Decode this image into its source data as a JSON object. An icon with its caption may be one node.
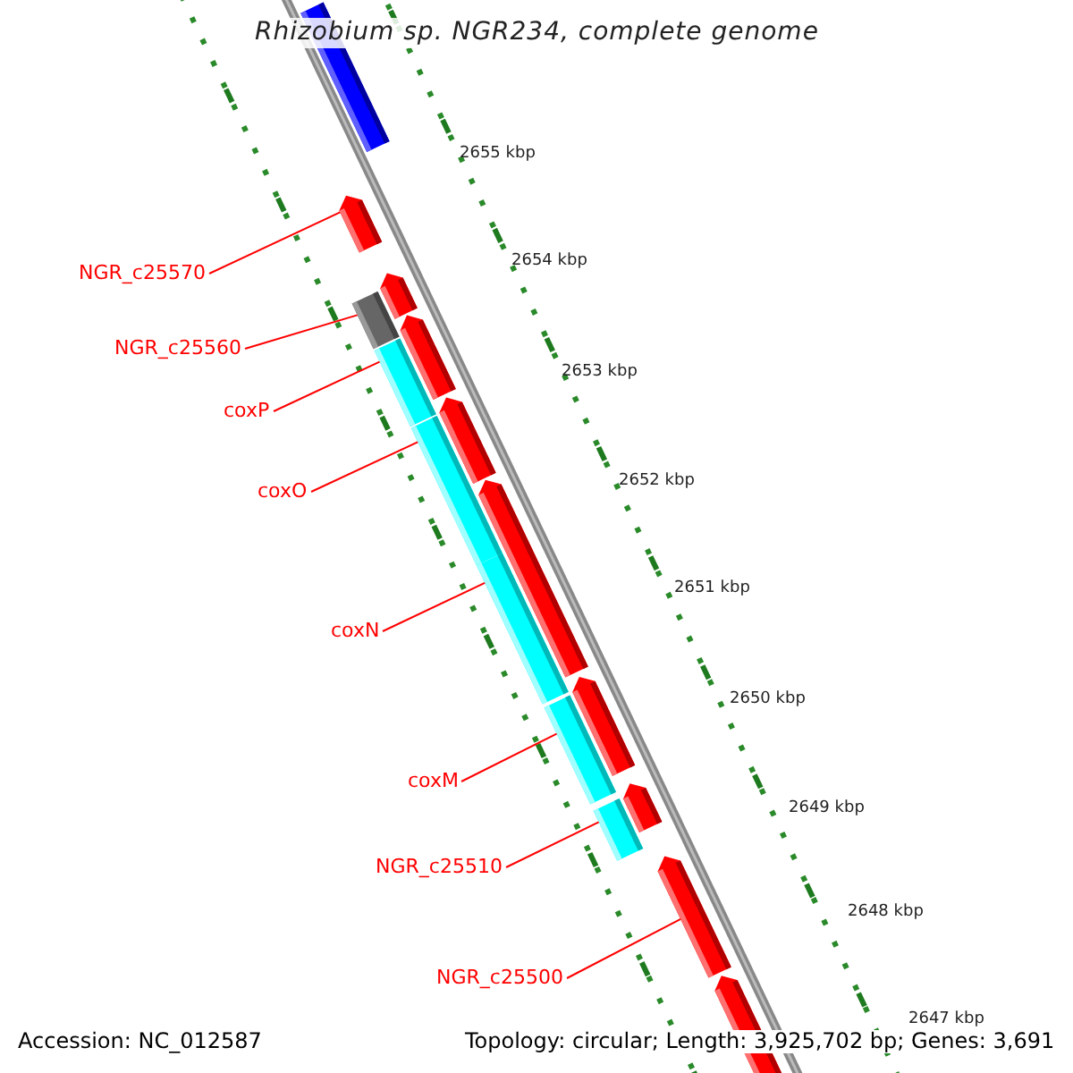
{
  "diagram": {
    "title": "Rhizobium sp. NGR234, complete genome",
    "nodes": [
      {
        "text": [
          "NGR_c25570"
        ]
      },
      {
        "text": [
          "NGR_c25560"
        ]
      },
      {
        "text": [
          "coxP"
        ]
      },
      {
        "text": [
          "coxO"
        ]
      },
      {
        "text": [
          "coxN"
        ]
      },
      {
        "text": [
          "coxM"
        ]
      },
      {
        "text": [
          "NGR_c25510"
        ]
      },
      {
        "text": [
          "NGR_c25500"
        ]
      },
      {
        "text": [],
        "shape": "arrow"
      },
      {
        "text": [],
        "shape": "bar"
      },
      {
        "text": [],
        "shape": "bar"
      },
      {
        "text": [],
        "shape": "bar"
      },
      {
        "text": [],
        "shape": "bar"
      },
      {
        "text": [],
        "shape": "bar"
      },
      {
        "text": [],
        "shape": "bar"
      },
      {
        "text": [],
        "shape": "arrow"
      }
    ],
    "edges": [
      {
        "from": 0,
        "to": 8,
        "arrow": "none"
      },
      {
        "from": 1,
        "to": 9,
        "arrow": "none"
      },
      {
        "from": 2,
        "to": 10,
        "arrow": "none"
      },
      {
        "from": 3,
        "to": 11,
        "arrow": "none"
      },
      {
        "from": 4,
        "to": 12,
        "arrow": "none"
      },
      {
        "from": 5,
        "to": 13,
        "arrow": "none"
      },
      {
        "from": 6,
        "to": 14,
        "arrow": "none"
      },
      {
        "from": 7,
        "to": 15,
        "arrow": "none"
      }
    ],
    "labels": [
      "2655 kbp",
      "2654 kbp",
      "2653 kbp",
      "2652 kbp",
      "2651 kbp",
      "2650 kbp",
      "2649 kbp",
      "2648 kbp",
      "2647 kbp",
      "Accession: NC_012587",
      "Topology: circular; Length: 3,925,702 bp; Genes: 3,691"
    ]
  }
}
